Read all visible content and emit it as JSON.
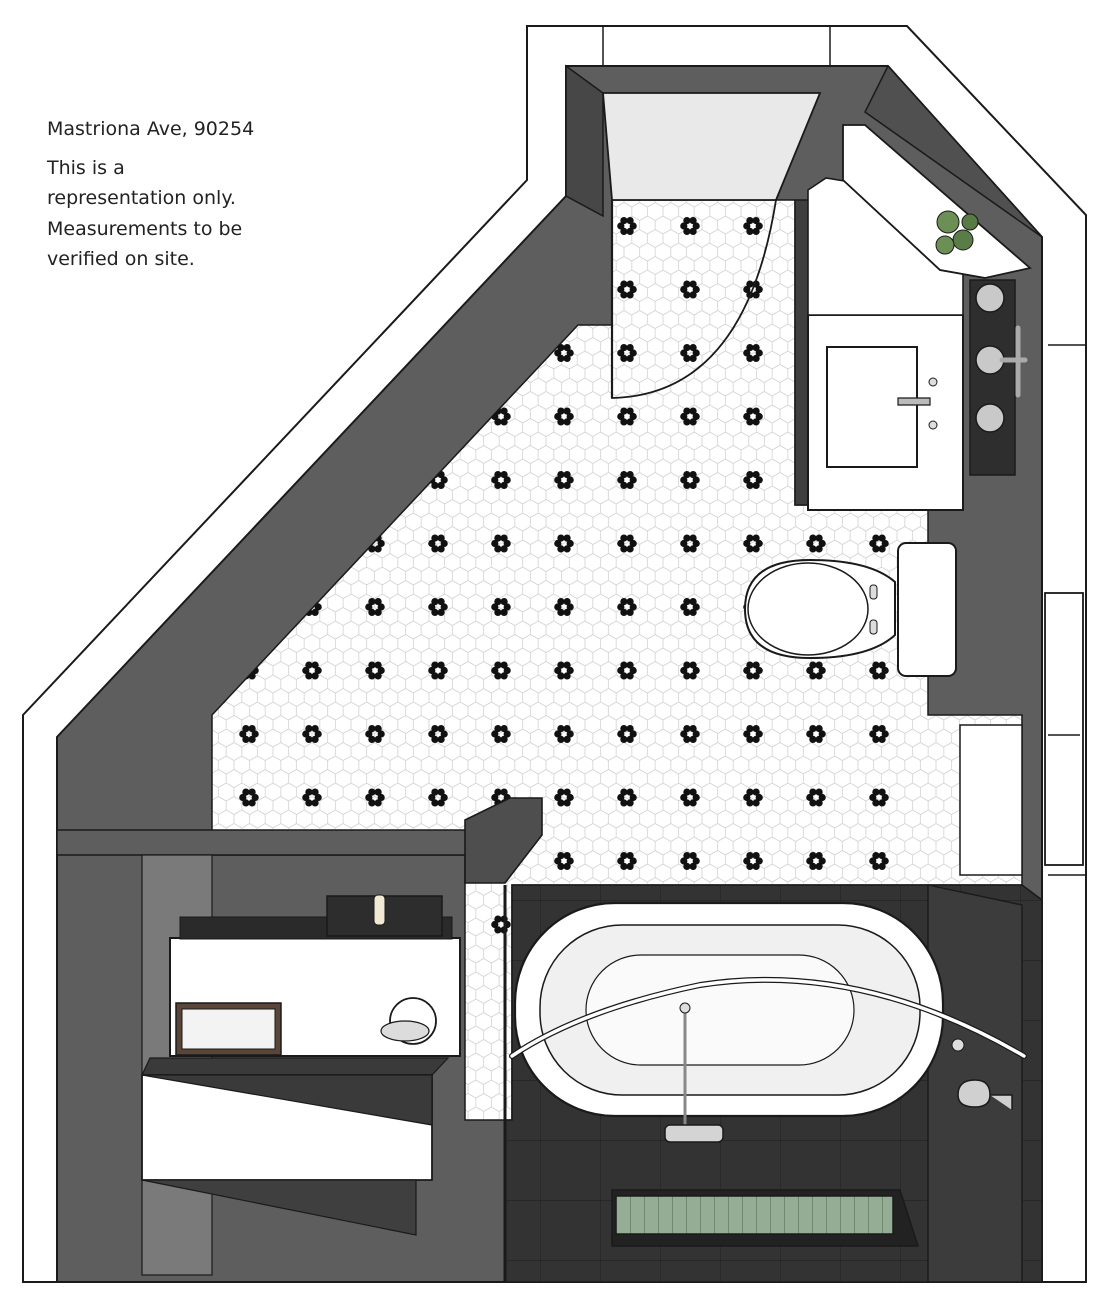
{
  "notes": {
    "address": "Mastriona Ave, 90254",
    "disclaimer": "This is a\nrepresentation only.\nMeasurements to be\nverified on site."
  },
  "colors": {
    "wall": "#5e5e5e",
    "wall_dark": "#3a3a3a",
    "wet_area_floor": "#333333",
    "outline": "#1a1a1a",
    "hex_floor": "#ffffff",
    "hex_grout": "#cfcfcf",
    "flower_tile": "#111111",
    "drain_tile": "#8fa98f",
    "fixture": "#ffffff"
  },
  "fixtures": [
    {
      "name": "entry-door",
      "icon": "door-swing-icon"
    },
    {
      "name": "vanity-with-sink",
      "icon": "sink-icon"
    },
    {
      "name": "wall-shelf-with-plant",
      "icon": "plant-icon"
    },
    {
      "name": "toilet",
      "icon": "toilet-icon"
    },
    {
      "name": "freestanding-bathtub",
      "icon": "bathtub-icon"
    },
    {
      "name": "shower-curtain-rail",
      "icon": "curtain-rail-icon"
    },
    {
      "name": "shower-head",
      "icon": "shower-head-icon"
    },
    {
      "name": "linear-drain",
      "icon": "drain-icon"
    },
    {
      "name": "built-in-bench-cabinet",
      "icon": "cabinet-icon"
    },
    {
      "name": "window",
      "icon": "window-icon"
    }
  ]
}
